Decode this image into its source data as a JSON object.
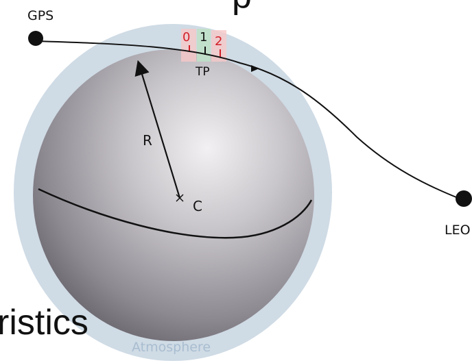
{
  "labels": {
    "gps": "GPS",
    "leo": "LEO",
    "radius": "R",
    "center": "C",
    "tangent_point": "TP",
    "atmosphere": "Atmosphere",
    "bottom_text": "ristics",
    "top_fragment": "p"
  },
  "ticks": [
    "0",
    "1",
    "2"
  ],
  "colors": {
    "atmosphere": "#cfdbe5",
    "earth_light": "#f2f0f2",
    "earth_dark": "#5c5860",
    "tick_red": "#d2202a",
    "tick_green": "#bfe0c8",
    "tick_pink": "#f6c8c8",
    "line": "#111111"
  }
}
